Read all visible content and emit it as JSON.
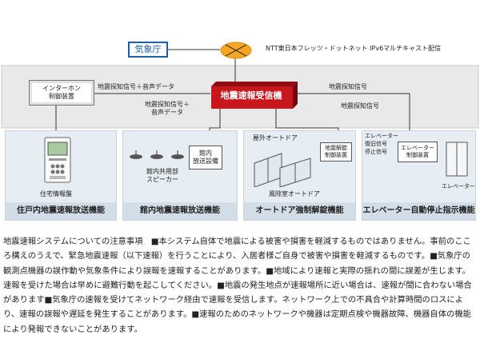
{
  "header": {
    "jma_label": "気象庁",
    "ntt_label": "NTT東日本フレッツ・ドットネット IPv6マルチキャスト配信"
  },
  "center": {
    "receiver_label": "地震速報受信機"
  },
  "signals": {
    "left_top": "地震探知信号＋音声データ",
    "left_mid": "地震探知信号＋\n音声データ",
    "right_top": "地震探知信号",
    "right_mid": "地震探知信号"
  },
  "panels": [
    {
      "title": "住戸内地震速報放送機能",
      "controller": "インターホン\n制御装置",
      "device": "住宅情報盤"
    },
    {
      "title": "館内地震速報放送機能",
      "device": "館内\n放送設備",
      "speakers": "館内共用部\nスピーカー"
    },
    {
      "title": "オートドア強制解錠機能",
      "outdoor": "屋外オートドア",
      "control": "地震解錠\n制御装置",
      "windbreak": "風除室オートドア"
    },
    {
      "title": "エレベーター自動停止指示機能",
      "side": "エレベーター\n復旧信号\n停止信号",
      "control": "エレベーター\n制御装置",
      "elevator": "エレベーター"
    }
  ],
  "note": "地震速報システムについての注意事項　■本システム自体で地震による被害や損害を軽減するものではありません。事前のこころ構えのうえで、緊急地震速報（以下速報）を行うことにより、入居者様ご自身で被害や損害を軽減するものです。■気象庁の観測点機器の誤作動や気象条件により誤報を速報することがあります。■地域により速報と実際の揺れの間に誤差が生じます。速報を受けた場合は早めに避難行動を起こしてください。■地震の発生地点が速報場所に近い場合は、速報が間に合わない場合があります■気象庁の速報を受けてネットワーク経由で速報を受信します。ネットワーク上での不具合や計算時間のロスにより、速報の誤報や遅延を発生することがあります。■速報のためのネットワークや機器は定期点検や機器故障、機器自体の機能により発報できないことがあります。",
  "colors": {
    "receiver": "#c8161d",
    "network": "#f5a623",
    "jma_border": "#1c5fa8",
    "panel": "#e6edf3"
  }
}
